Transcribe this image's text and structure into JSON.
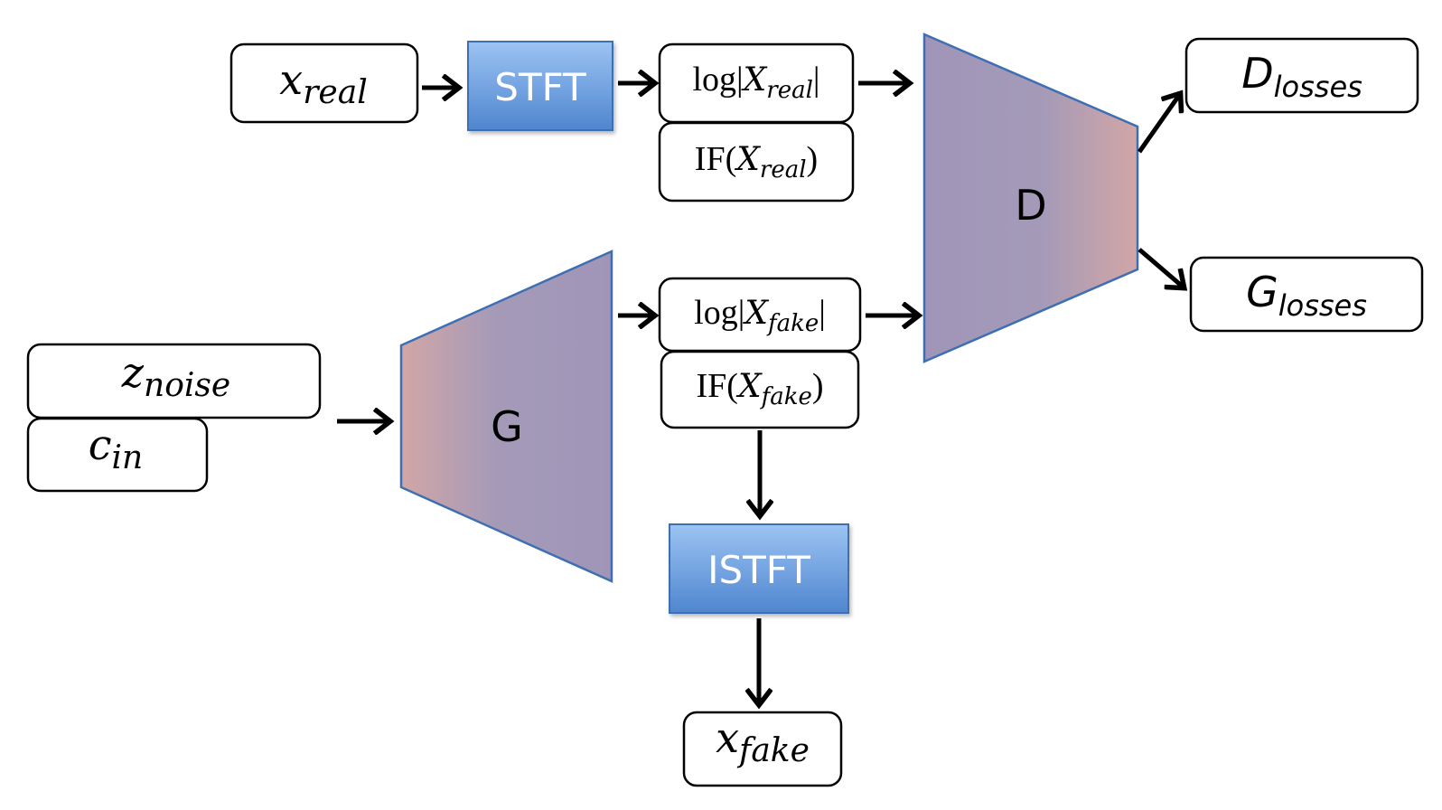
{
  "inputs": {
    "x_real": {
      "base": "x",
      "sub": "real"
    },
    "z_noise": {
      "base": "z",
      "sub": "noise"
    },
    "c_in": {
      "base": "c",
      "sub": "in"
    }
  },
  "ops": {
    "stft": "STFT",
    "istft": "ISTFT"
  },
  "networks": {
    "generator": "G",
    "discriminator": "D"
  },
  "real_features": {
    "log_mag": {
      "prefix": "log|",
      "base": "X",
      "sub": "real",
      "suffix": "|"
    },
    "inst_freq": {
      "prefix": "IF(",
      "base": "X",
      "sub": "real",
      "suffix": ")"
    }
  },
  "fake_features": {
    "log_mag": {
      "prefix": "log|",
      "base": "X",
      "sub": "fake",
      "suffix": "|"
    },
    "inst_freq": {
      "prefix": "IF(",
      "base": "X",
      "sub": "fake",
      "suffix": ")"
    }
  },
  "outputs": {
    "x_fake": {
      "base": "x",
      "sub": "fake"
    },
    "d_losses": {
      "base": "D",
      "sub": "losses"
    },
    "g_losses": {
      "base": "G",
      "sub": "losses"
    }
  },
  "colors": {
    "op_fill_top": "#9cc3f3",
    "op_fill_bottom": "#4f86cf",
    "trap_purple": "#a095b8",
    "trap_pink": "#d2a6a6",
    "trap_stroke": "#3e6fb2"
  }
}
